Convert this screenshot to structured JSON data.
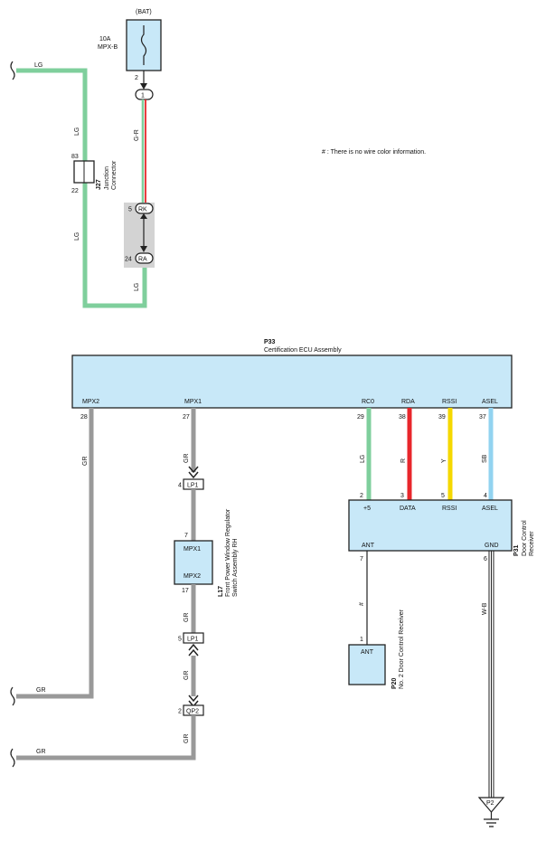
{
  "note": "# : There is no wire color information.",
  "battery": {
    "label": "(BAT)",
    "fuse_amp": "10A",
    "fuse_name": "MPX-B",
    "pin": "2",
    "junction": "1"
  },
  "junction_connector": {
    "code": "J27",
    "name_line1": "Junction",
    "name_line2": "Connector",
    "pin_top": "83",
    "pin_bottom": "22"
  },
  "rk_ra": {
    "rk": "RK",
    "rk_pin": "5",
    "ra": "RA",
    "ra_pin": "24"
  },
  "wires_top": {
    "lg_left": "LG",
    "lg_upper": "LG",
    "lg_lower": "LG",
    "lg_bottom": "LG",
    "gr": "G-R"
  },
  "ecu": {
    "code": "P33",
    "name": "Certification ECU Assembly",
    "terminals": [
      {
        "label": "MPX2",
        "pin": "28",
        "wire": "GR"
      },
      {
        "label": "MPX1",
        "pin": "27",
        "wire": "GR"
      },
      {
        "label": "RC0",
        "pin": "29",
        "wire": "LG"
      },
      {
        "label": "RDA",
        "pin": "38",
        "wire": "R"
      },
      {
        "label": "RSSI",
        "pin": "39",
        "wire": "Y"
      },
      {
        "label": "ASEL",
        "pin": "37",
        "wire": "SB"
      }
    ]
  },
  "colors": {
    "green": "#7fcf9c",
    "red": "#e8262b",
    "yellow": "#f5d800",
    "blue": "#92d3f0",
    "gray": "#999999",
    "box": "#c8e8f8"
  },
  "lp1_top": {
    "name": "LP1",
    "pin": "4"
  },
  "window_switch": {
    "code": "L17",
    "name_line1": "Front Power Window Regulator",
    "name_line2": "Switch Assembly RH",
    "top_label": "MPX1",
    "top_pin": "7",
    "bottom_label": "MPX2",
    "bottom_pin": "17"
  },
  "lp1_bottom": {
    "name": "LP1",
    "pin": "5"
  },
  "qp2": {
    "name": "QP2",
    "pin": "2"
  },
  "wires_bottom": {
    "gr_switch_lower": "GR",
    "gr_lp1_lower": "GR",
    "gr_qp2_lower": "GR",
    "gr_left_upper": "GR",
    "gr_left_lower": "GR"
  },
  "receiver": {
    "code": "P31",
    "name_line1": "Door Control",
    "name_line2": "Receiver",
    "terminals": [
      {
        "label": "+5",
        "pin": "2"
      },
      {
        "label": "DATA",
        "pin": "3"
      },
      {
        "label": "RSSI",
        "pin": "5"
      },
      {
        "label": "ASEL",
        "pin": "4"
      }
    ],
    "ant_label": "ANT",
    "ant_pin": "7",
    "gnd_label": "GND",
    "gnd_pin": "6"
  },
  "ant_wire": "#",
  "gnd_wire": "W-B",
  "receiver2": {
    "code": "P20",
    "name": "No. 2 Door Control Receiver",
    "label": "ANT",
    "pin": "1"
  },
  "ground": {
    "label": "P2"
  }
}
